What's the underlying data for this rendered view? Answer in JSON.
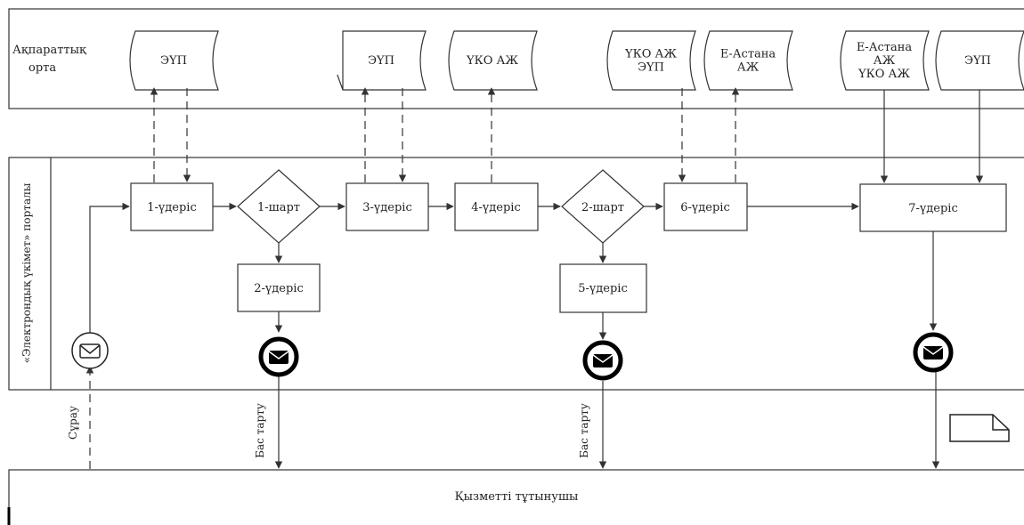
{
  "lanes": {
    "info": "Ақпараттық орта",
    "portal": "«Электрондық үкімет» порталы",
    "consumer": "Қызметті тұтынушы"
  },
  "stores": [
    [
      "ЭҮП"
    ],
    [
      "ЭҮП"
    ],
    [
      "ҮКО АЖ"
    ],
    [
      "ҮКО АЖ",
      "ЭҮП"
    ],
    [
      "Е-Астана",
      "АЖ"
    ],
    [
      "Е-Астана",
      "АЖ",
      "ҮКО АЖ"
    ],
    [
      "ЭҮП"
    ]
  ],
  "processes": [
    "1-үдеріс",
    "2-үдеріс",
    "3-үдеріс",
    "4-үдеріс",
    "5-үдеріс",
    "6-үдеріс",
    "7-үдеріс"
  ],
  "conditions": [
    "1-шарт",
    "2-шарт"
  ],
  "flow_labels": {
    "request": "Сұрау",
    "refusal": "Бас тарту"
  }
}
